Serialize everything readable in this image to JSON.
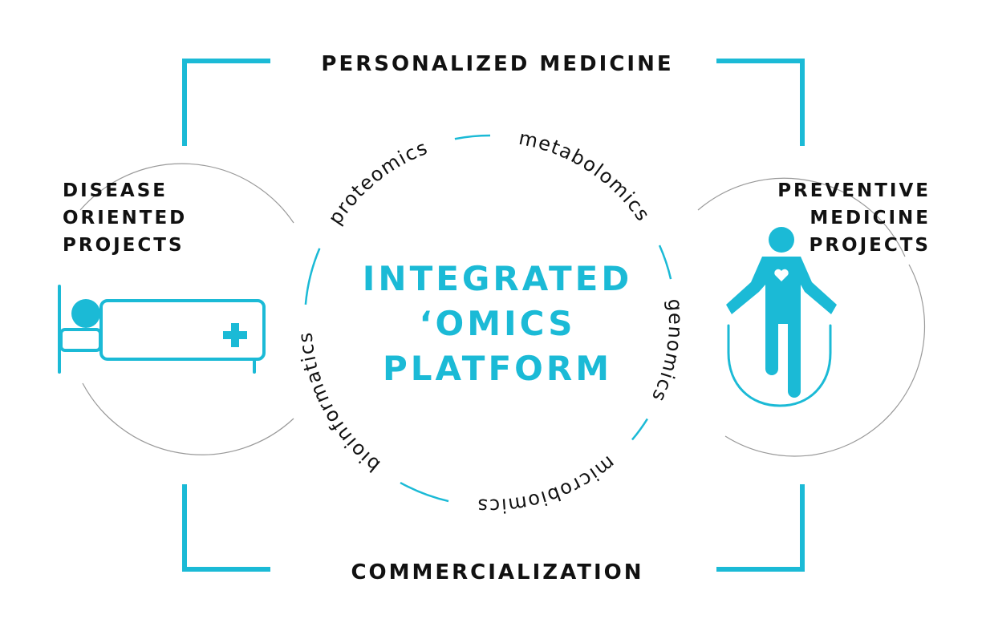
{
  "top_label": "PERSONALIZED MEDICINE",
  "bottom_label": "COMMERCIALIZATION",
  "left_label": [
    "DISEASE",
    "ORIENTED",
    "PROJECTS"
  ],
  "right_label": [
    "PREVENTIVE",
    "MEDICINE",
    "PROJECTS"
  ],
  "center_title": [
    "INTEGRATED",
    "‘OMICS",
    "PLATFORM"
  ],
  "omics": [
    "proteomics",
    "metabolomics",
    "genomics",
    "microbiomics",
    "bioinformatics"
  ],
  "icons": {
    "left": "hospital-bed-icon",
    "right": "jump-rope-person-icon"
  },
  "colors": {
    "accent": "#1bbad6",
    "text": "#111111",
    "arc": "#999999"
  }
}
